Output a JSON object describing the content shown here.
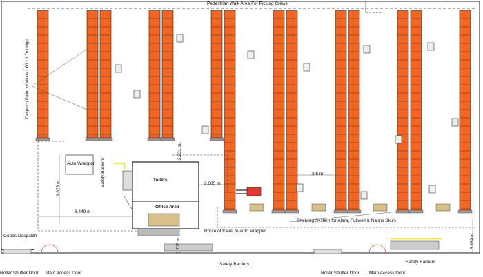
{
  "labels": {
    "pedestrian_walk": "Pedestrian Walk Area For Picking Crews",
    "despatch_pallet": "Despatch Pallet locations x 60 x 1.7mt high",
    "auto_wrapper": "Auto Wrapper",
    "safety_barriers_vertical": "Safety Barriers",
    "toilets": "Toilets",
    "office_area": "Office Area",
    "shelving_system": "Shelving System for Alara, Fullwell & Nairns Sku's",
    "route_of_travel": "Route of travel to auto wrapper",
    "goods_despatch": "Goods Despatch",
    "safety_barriers_center": "Safety Barriers",
    "safety_barriers_right": "Safety Barriers",
    "roller_shutter_left": "Roller Shutter Door",
    "main_access_left": "Main Access Door",
    "roller_shutter_right": "Roller Shutter Door",
    "main_access_right": "Main Access Door"
  },
  "dimensions": {
    "d_9673": "9.673 m",
    "d_8449": "8.449 m",
    "d_2231": "2.231 m",
    "d_2685": "2.685 m",
    "d_36": "3.6 m",
    "d_2705": "2.705 m",
    "d_5659": "5.659 m"
  },
  "colors": {
    "racking": "#f26522",
    "rack_outline": "#3a3a3a",
    "barrier": "#f0e442",
    "door": "#e05a3a",
    "floor_line": "#222222"
  }
}
